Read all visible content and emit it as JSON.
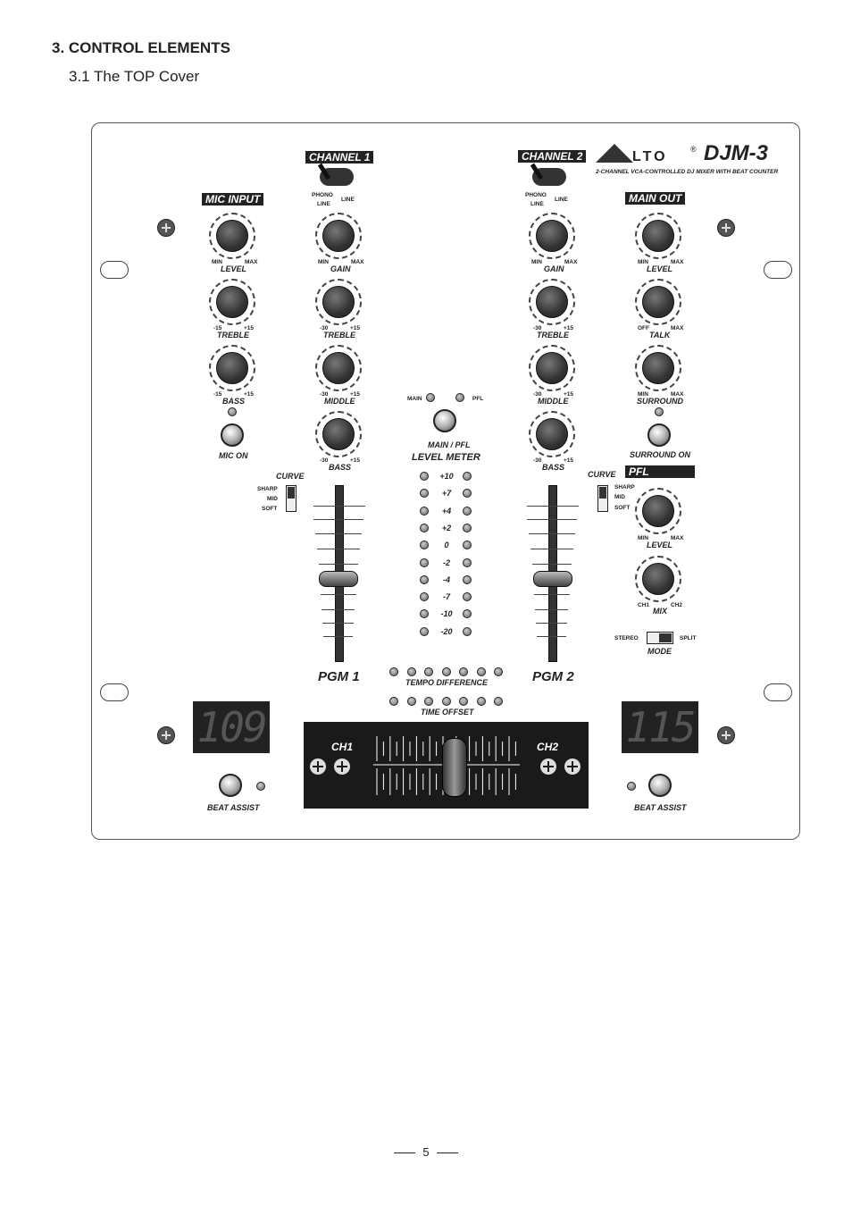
{
  "heading": "3. CONTROL ELEMENTS",
  "subheading": "3.1 The TOP Cover",
  "brand": {
    "logo": "LTO",
    "model": "DJM-3",
    "tagline": "2-CHANNEL VCA-CONTROLLED DJ MIXER WITH BEAT COUNTER",
    "reg": "®"
  },
  "sections": {
    "mic_input": "MIC INPUT",
    "channel1": "CHANNEL 1",
    "channel2": "CHANNEL 2",
    "main_out": "MAIN OUT",
    "pfl": "PFL"
  },
  "labels": {
    "phono": "PHONO",
    "line": "LINE",
    "level": "LEVEL",
    "gain": "GAIN",
    "treble": "TREBLE",
    "bass": "BASS",
    "middle": "MIDDLE",
    "talk": "TALK",
    "surround": "SURROUND",
    "surround_on": "SURROUND ON",
    "mic_on": "MIC ON",
    "mix": "MIX",
    "mode": "MODE",
    "stereo": "STEREO",
    "split": "SPLIT",
    "curve": "CURVE",
    "sharp": "SHARP",
    "mid": "MID",
    "soft": "SOFT",
    "main": "MAIN",
    "pfl_led": "PFL",
    "main_pfl": "MAIN / PFL",
    "level_meter": "LEVEL METER",
    "pgm1": "PGM 1",
    "pgm2": "PGM 2",
    "tempo_difference": "TEMPO DIFFERENCE",
    "time_offset": "TIME OFFSET",
    "beat_assist": "BEAT ASSIST",
    "ch1": "CH1",
    "ch2": "CH2",
    "min": "MIN",
    "max": "MAX",
    "off": "OFF",
    "m15": "-15",
    "p15": "+15",
    "m30": "-30"
  },
  "level_meter_values": [
    "+10",
    "+7",
    "+4",
    "+2",
    "0",
    "-2",
    "-4",
    "-7",
    "-10",
    "-20"
  ],
  "bpm_left": "109",
  "bpm_right": "115",
  "page_number": "5"
}
